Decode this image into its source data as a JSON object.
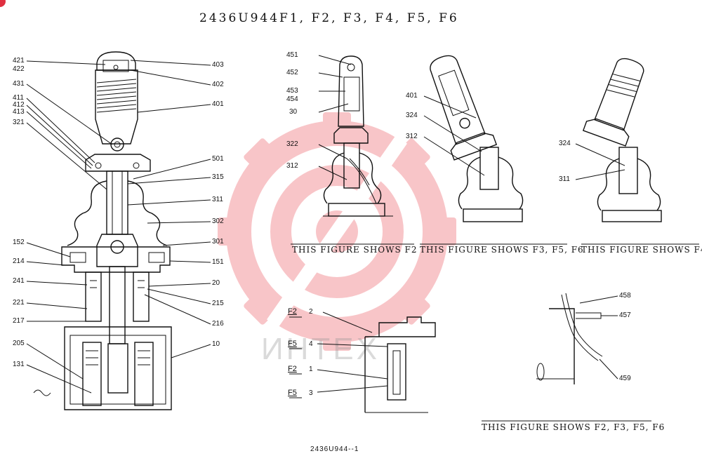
{
  "title": "2436U944F1, F2, F3, F4, F5, F6",
  "footer": "2436U944--1",
  "watermark": "ИНТЕХ",
  "watermark_color": "#e8323c",
  "captions": {
    "f2": "THIS  FIGURE  SHOWS F2",
    "f3": "THIS  FIGURE  SHOWS F3, F5, F6",
    "f4": "THIS  FIGURE  SHOWS F4",
    "bottom": "THIS  FIGURE  SHOWS F2, F3, F5, F6"
  },
  "main_left_labels": [
    "421",
    "422",
    "431",
    "411",
    "412",
    "413",
    "321",
    "152",
    "214",
    "241",
    "221",
    "217",
    "205",
    "131"
  ],
  "main_right_labels": [
    "403",
    "402",
    "401",
    "501",
    "315",
    "311",
    "302",
    "301",
    "151",
    "20",
    "215",
    "216",
    "10"
  ],
  "f2_labels": [
    "451",
    "452",
    "453",
    "454",
    "30",
    "322",
    "312"
  ],
  "f3_labels": [
    "401",
    "324",
    "312"
  ],
  "f4_labels": [
    "324",
    "311"
  ],
  "detail_variant_labels": [
    "F2",
    "F5",
    "F2",
    "F5"
  ],
  "detail_numbers": [
    "2",
    "4",
    "1",
    "3"
  ],
  "wire_labels": [
    "458",
    "457",
    "459"
  ]
}
